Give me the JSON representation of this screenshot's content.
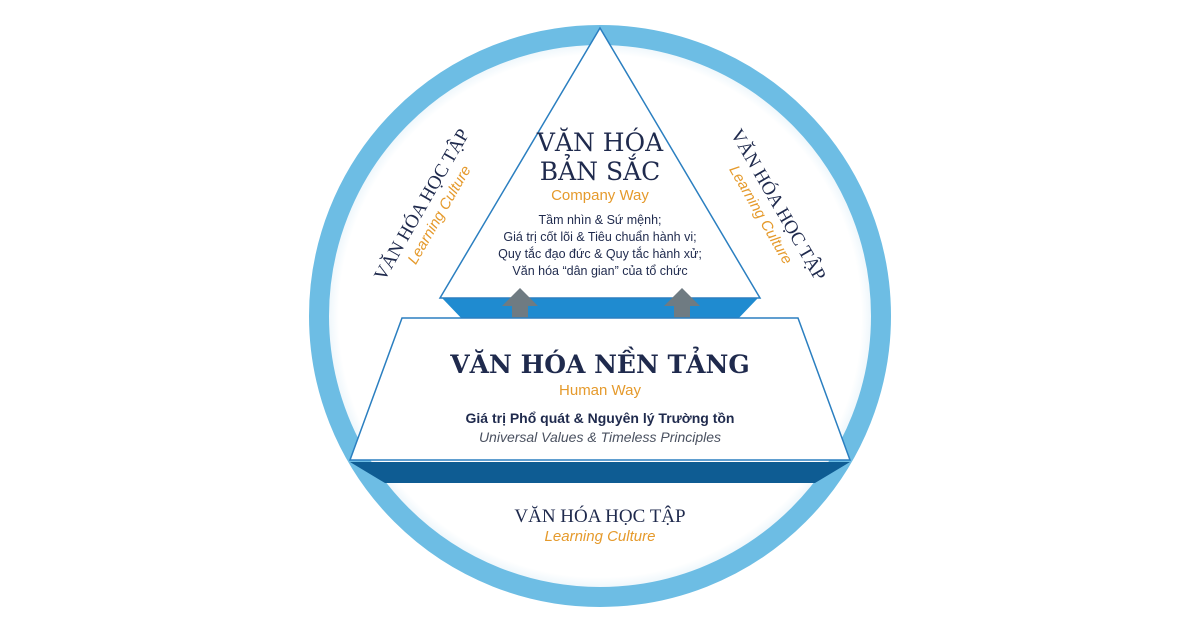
{
  "colors": {
    "ring": "#6dbde4",
    "navy": "#1f2a4d",
    "orange": "#e59a2c",
    "band_light": "#1f8bd0",
    "band_dark": "#0e5c93",
    "arrow": "#6f7b82"
  },
  "top": {
    "title_line1": "VĂN HÓA",
    "title_line2": "BẢN SẮC",
    "subtitle": "Company Way",
    "items": [
      "Tầm nhìn & Sứ mệnh;",
      "Giá trị cốt lõi & Tiêu chuẩn hành vi;",
      "Quy tắc đạo đức & Quy tắc hành xử;",
      "Văn hóa “dân gian” của tổ chức"
    ]
  },
  "base": {
    "title": "VĂN HÓA NỀN TẢNG",
    "subtitle": "Human Way",
    "line1": "Giá trị Phổ quát & Nguyên lý Trường tồn",
    "line2": "Universal Values & Timeless Principles"
  },
  "ring_labels": {
    "left": {
      "vi": "VĂN HÓA HỌC TẬP",
      "en": "Learning Culture"
    },
    "right": {
      "vi": "VĂN HÓA HỌC TẬP",
      "en": "Learning Culture"
    },
    "bottom": {
      "vi": "VĂN HÓA HỌC TẬP",
      "en": "Learning Culture"
    }
  }
}
